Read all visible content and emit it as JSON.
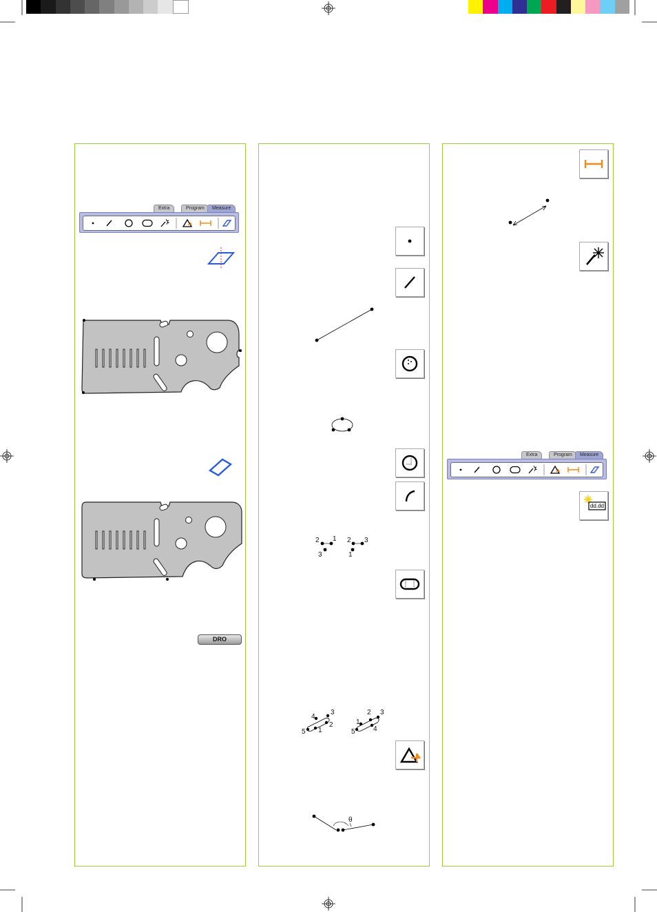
{
  "toolbar": {
    "tabs": [
      "Extra",
      "Program",
      "Measure"
    ]
  },
  "dro_button": {
    "label": "DRO"
  },
  "distance_button": {
    "label": "dd.dd"
  },
  "diagram_labels": {
    "arc_left": [
      "2",
      "1",
      "3"
    ],
    "arc_right": [
      "2",
      "3",
      "1"
    ],
    "slot_left": [
      "4",
      "3",
      "5",
      "1",
      "2"
    ],
    "slot_right": [
      "2",
      "3",
      "1",
      "5",
      "4"
    ],
    "angle_symbol": "θ"
  },
  "colors": {
    "column_border": "#9ccc3c",
    "toolbar_blue": "#b9bde6",
    "accent_orange": "#f08a1c",
    "accent_blue": "#2a5bd6"
  }
}
